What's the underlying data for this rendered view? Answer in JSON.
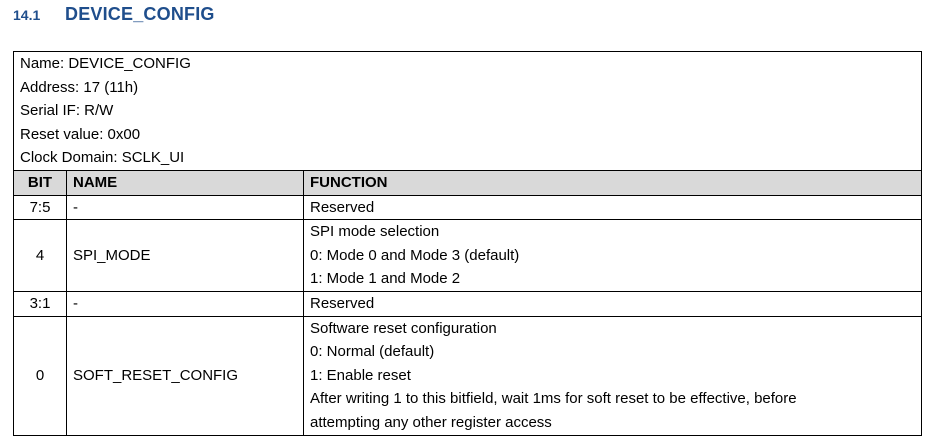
{
  "section": {
    "number": "14.1",
    "title": "DEVICE_CONFIG"
  },
  "register_info": [
    "Name: DEVICE_CONFIG",
    "Address: 17 (11h)",
    "Serial IF: R/W",
    "Reset value: 0x00",
    "Clock Domain: SCLK_UI"
  ],
  "columns": {
    "bit": "BIT",
    "name": "NAME",
    "function": "FUNCTION"
  },
  "rows": [
    {
      "bit": "7:5",
      "name": "-",
      "function": [
        "Reserved"
      ]
    },
    {
      "bit": "4",
      "name": "SPI_MODE",
      "function": [
        "SPI mode selection",
        "0: Mode 0 and Mode 3 (default)",
        "1: Mode 1 and Mode 2"
      ]
    },
    {
      "bit": "3:1",
      "name": "-",
      "function": [
        "Reserved"
      ]
    },
    {
      "bit": "0",
      "name": "SOFT_RESET_CONFIG",
      "function": [
        "Software reset configuration",
        "0: Normal (default)",
        "1: Enable reset",
        "After writing 1 to this bitfield, wait 1ms for soft reset to be effective, before",
        "attempting any other register access"
      ]
    }
  ]
}
